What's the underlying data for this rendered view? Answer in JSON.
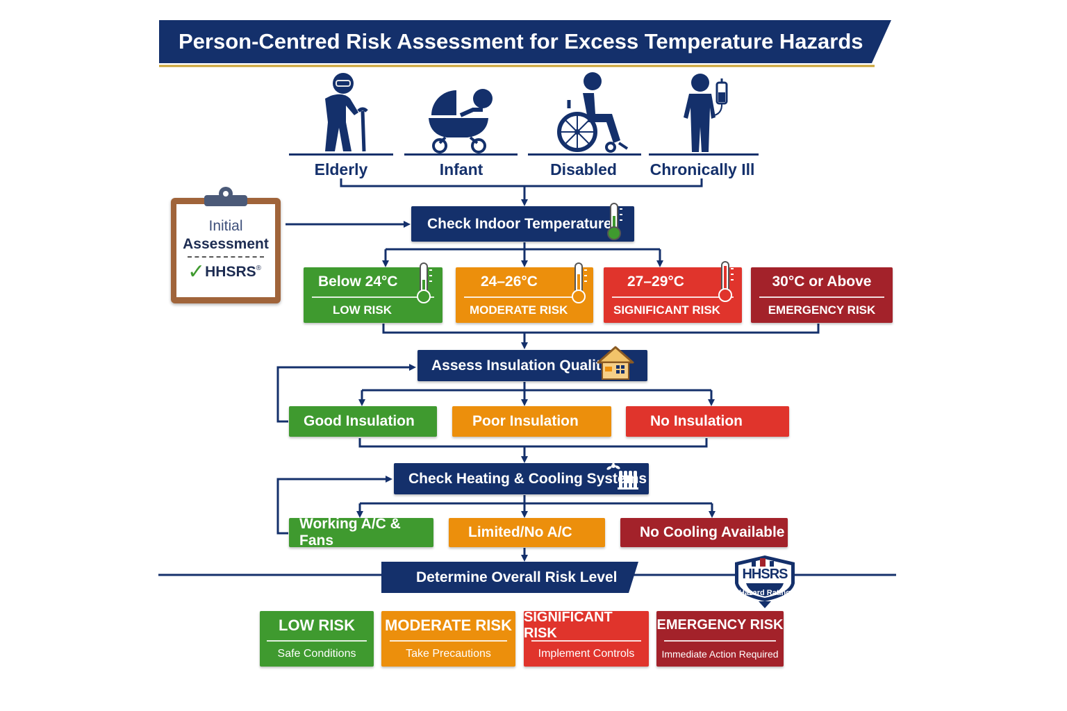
{
  "title": "Person-Centred Risk Assessment for Excess Temperature Hazards",
  "groups": [
    {
      "label": "Elderly",
      "icon": "elderly-person-icon"
    },
    {
      "label": "Infant",
      "icon": "baby-pram-icon"
    },
    {
      "label": "Disabled",
      "icon": "wheelchair-user-icon"
    },
    {
      "label": "Chronically Ill",
      "icon": "iv-drip-patient-icon"
    }
  ],
  "clipboard": {
    "line1": "Initial",
    "line2": "Assessment",
    "badge": "HHSRS",
    "badge_mark": "®"
  },
  "steps": {
    "temperature": "Check Indoor Temperature",
    "insulation": "Assess Insulation Quality",
    "heating": "Check Heating & Cooling Systems",
    "overall": "Determine Overall Risk Level"
  },
  "temperature_bands": [
    {
      "range": "Below 24°C",
      "risk": "LOW RISK",
      "color": "#3f9a2f"
    },
    {
      "range": "24–26°C",
      "risk": "MODERATE RISK",
      "color": "#ec8f0c"
    },
    {
      "range": "27–29°C",
      "risk": "SIGNIFICANT RISK",
      "color": "#e0342c"
    },
    {
      "range": "30°C or Above",
      "risk": "EMERGENCY RISK",
      "color": "#a3222a"
    }
  ],
  "insulation_options": [
    "Good Insulation",
    "Poor Insulation",
    "No Insulation"
  ],
  "cooling_options": [
    "Working A/C & Fans",
    "Limited/No A/C",
    "No Cooling Available"
  ],
  "hhsrs_badge": {
    "name": "HHSRS",
    "caption": "Hazard Rating"
  },
  "outcomes": [
    {
      "risk": "LOW RISK",
      "action": "Safe Conditions"
    },
    {
      "risk": "MODERATE RISK",
      "action": "Take Precautions"
    },
    {
      "risk": "SIGNIFICANT RISK",
      "action": "Implement Controls"
    },
    {
      "risk": "EMERGENCY RISK",
      "action": "Immediate Action Required"
    }
  ]
}
